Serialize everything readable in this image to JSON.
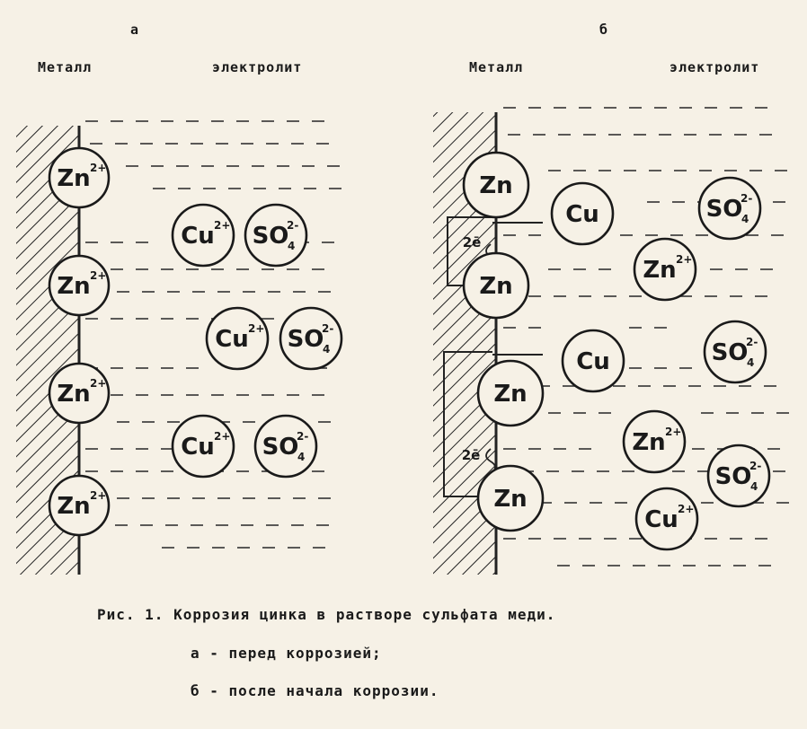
{
  "panels": {
    "a": {
      "letter": "а",
      "metal_label": "Металл",
      "electrolyte_label": "электролит",
      "metal_ions": [
        {
          "main": "Zn",
          "charge": "2+"
        },
        {
          "main": "Zn",
          "charge": "2+"
        },
        {
          "main": "Zn",
          "charge": "2+"
        },
        {
          "main": "Zn",
          "charge": "2+"
        }
      ],
      "solution_ions": [
        {
          "main": "Cu",
          "charge": "2+"
        },
        {
          "main": "SO",
          "sub": "4",
          "charge": "2-"
        },
        {
          "main": "Cu",
          "charge": "2+"
        },
        {
          "main": "SO",
          "sub": "4",
          "charge": "2-"
        },
        {
          "main": "Cu",
          "charge": "2+"
        },
        {
          "main": "SO",
          "sub": "4",
          "charge": "2-"
        }
      ]
    },
    "b": {
      "letter": "б",
      "metal_label": "Металл",
      "electrolyte_label": "электролит",
      "metal_atoms": [
        {
          "main": "Zn"
        },
        {
          "main": "Zn"
        },
        {
          "main": "Zn"
        },
        {
          "main": "Zn"
        }
      ],
      "deposited": [
        {
          "main": "Cu"
        },
        {
          "main": "Cu"
        }
      ],
      "electron_label": "2ē",
      "solution_ions": [
        {
          "main": "SO",
          "sub": "4",
          "charge": "2-"
        },
        {
          "main": "Zn",
          "charge": "2+"
        },
        {
          "main": "SO",
          "sub": "4",
          "charge": "2-"
        },
        {
          "main": "Zn",
          "charge": "2+"
        },
        {
          "main": "SO",
          "sub": "4",
          "charge": "2-"
        },
        {
          "main": "Cu",
          "charge": "2+"
        }
      ]
    }
  },
  "caption": {
    "title": "Рис. 1. Коррозия цинка в растворе сульфата меди.",
    "line_a": "а - перед коррозией;",
    "line_b": "б - после начала коррозии."
  }
}
